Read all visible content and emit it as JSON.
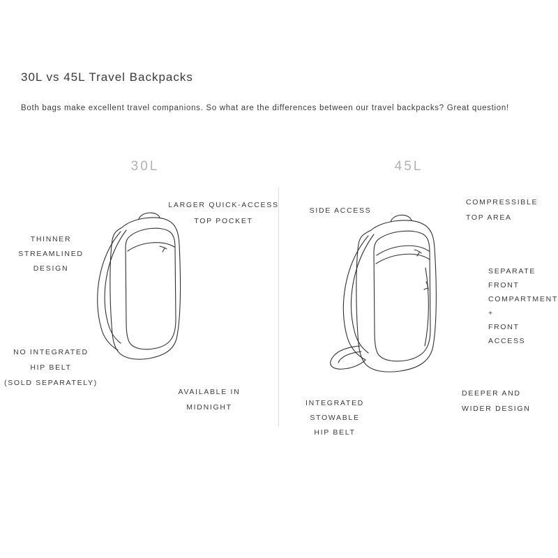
{
  "page": {
    "title": "30L vs 45L Travel Backpacks",
    "intro": "Both bags make excellent travel companions. So what are the differences between our travel backpacks? Great question!"
  },
  "left_panel": {
    "heading": "30L",
    "callouts": {
      "top_pocket": "LARGER QUICK-ACCESS\nTOP POCKET",
      "design": "THINNER\nSTREAMLINED\nDESIGN",
      "hip_belt": "NO INTEGRATED\nHIP BELT\n(SOLD SEPARATELY)",
      "color": "AVAILABLE IN\nMIDNIGHT"
    }
  },
  "right_panel": {
    "heading": "45L",
    "callouts": {
      "side_access": "SIDE ACCESS",
      "top_area": "COMPRESSIBLE\nTOP AREA",
      "front": "SEPARATE\nFRONT\nCOMPARTMENT\n+\nFRONT ACCESS",
      "size": "DEEPER AND\nWIDER DESIGN",
      "hip_belt": "INTEGRATED\nSTOWABLE\nHIP BELT"
    }
  },
  "colors": {
    "background": "#ffffff",
    "text": "#3a3a3a",
    "heading_muted": "#b3b3b3",
    "line_art": "#2f2f2f",
    "divider": "#dcdcdc"
  }
}
